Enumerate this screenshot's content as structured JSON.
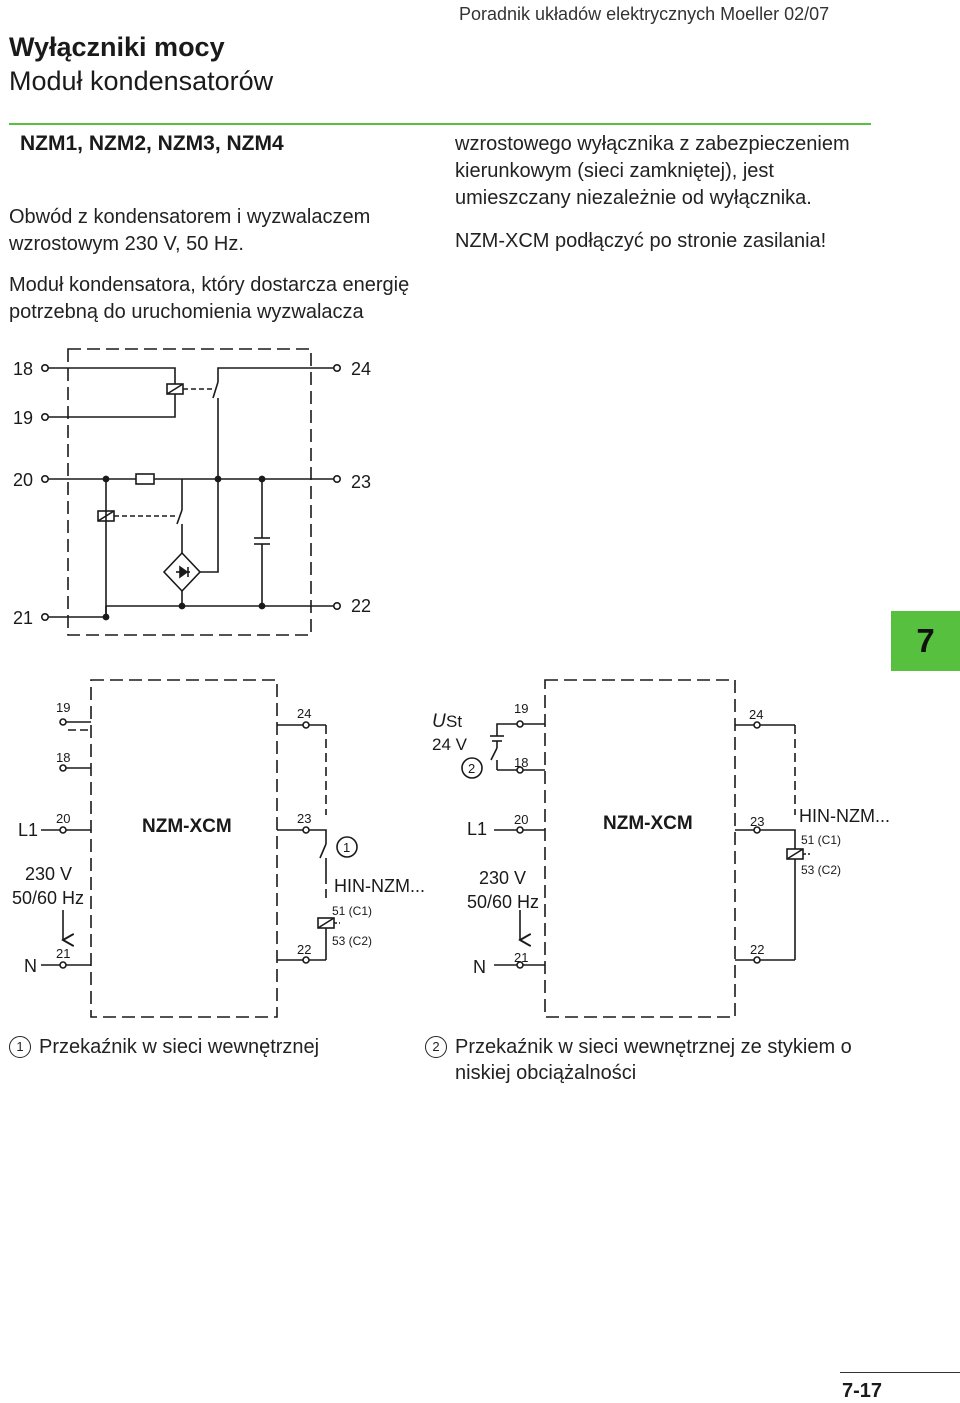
{
  "header": {
    "title": "Wyłączniki mocy",
    "subtitle": "Moduł kondensatorów",
    "publication": "Poradnik układów elektrycznych Moeller 02/07"
  },
  "models": "NZM1, NZM2, NZM3, NZM4",
  "left_text": {
    "p1": "Obwód z kondensatorem i wyzwalaczem wzrostowym 230 V, 50 Hz.",
    "p2": "Moduł kondensatora, który dostarcza energię potrzebną do uruchomienia wyzwalacza"
  },
  "right_text": {
    "p1": "wzrostowego wyłącznika z zabezpieczeniem kierunkowym (sieci zamkniętej), jest umieszczany niezależnie od wyłącznika.",
    "p2": "NZM-XCM podłączyć po stronie zasilania!"
  },
  "diagram_top": {
    "t18": "18",
    "t19": "19",
    "t20": "20",
    "t21": "21",
    "t22": "22",
    "t23": "23",
    "t24": "24"
  },
  "diagram_left": {
    "t19": "19",
    "t18": "18",
    "t24": "24",
    "t20": "20",
    "t23": "23",
    "t21": "21",
    "t22": "22",
    "l1": "L1",
    "n": "N",
    "voltage": "230 V",
    "freq": "50/60 Hz",
    "module": "NZM-XCM",
    "marker": "1",
    "relay": "HIN-NZM...",
    "c1": "51 (C1)",
    "c2": "53 (C2)"
  },
  "diagram_right": {
    "ust_u": "U",
    "ust_st": "St",
    "ust_v": "24 V",
    "t19": "19",
    "t18": "18",
    "t24": "24",
    "t20": "20",
    "t23": "23",
    "t21": "21",
    "t22": "22",
    "l1": "L1",
    "n": "N",
    "voltage": "230 V",
    "freq": "50/60 Hz",
    "module": "NZM-XCM",
    "marker": "2",
    "relay": "HIN-NZM...",
    "c1": "51 (C1)",
    "c2": "53 (C2)"
  },
  "legend": {
    "n1": "1",
    "text1": "Przekaźnik w sieci wewnętrznej",
    "n2": "2",
    "text2": "Przekaźnik w sieci wewnętrznej ze stykiem o niskiej obciążalności"
  },
  "section_tab": "7",
  "page_number": "7-17",
  "colors": {
    "accent": "#57c13f",
    "ink": "#1a1a1a"
  }
}
